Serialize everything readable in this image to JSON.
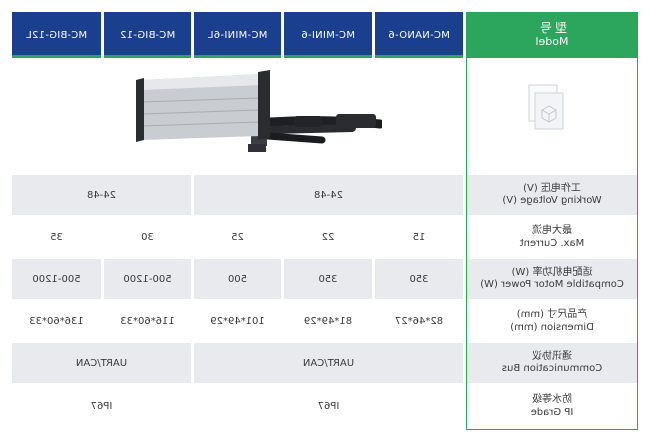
{
  "header": {
    "model_cn": "型号",
    "model_en": "Model",
    "models": [
      "MC-NANO-6",
      "MC-MINI-6",
      "MC-MINI-6L",
      "MC-BIG-12",
      "MC-BIG-12L"
    ]
  },
  "rows": {
    "voltage": {
      "label_cn": "工作电压 (V)",
      "label_en": "Working Voltage (V)",
      "small": "24-48",
      "big": "24-48"
    },
    "current": {
      "label_cn": "最大电流",
      "label_en": "Max. Current",
      "values": [
        "15",
        "22",
        "25",
        "30",
        "35"
      ]
    },
    "power": {
      "label_cn": "适配电机功率 (W)",
      "label_en": "Compatible Motor Power (W)",
      "values": [
        "350",
        "350",
        "500",
        "500-1200",
        "500-1200"
      ]
    },
    "dimension": {
      "label_cn": "产品尺寸 (mm)",
      "label_en": "Dimension (mm)",
      "values": [
        "82*46*27",
        "81*49*29",
        "101*49*29",
        "116*60*33",
        "136*60*33"
      ]
    },
    "communication": {
      "label_cn": "通讯协议",
      "label_en": "Communication Bus",
      "small": "UART/CAN",
      "big": "UART/CAN"
    },
    "ip": {
      "label_cn": "防水等级",
      "label_en": "IP Grade",
      "small": "IP67",
      "big": "IP67"
    }
  },
  "colors": {
    "navy": "#1b3f8f",
    "green": "#2ca55d",
    "grey": "#e8eaed"
  },
  "icons": [
    "document-placeholder-icon",
    "controller-product-image"
  ]
}
